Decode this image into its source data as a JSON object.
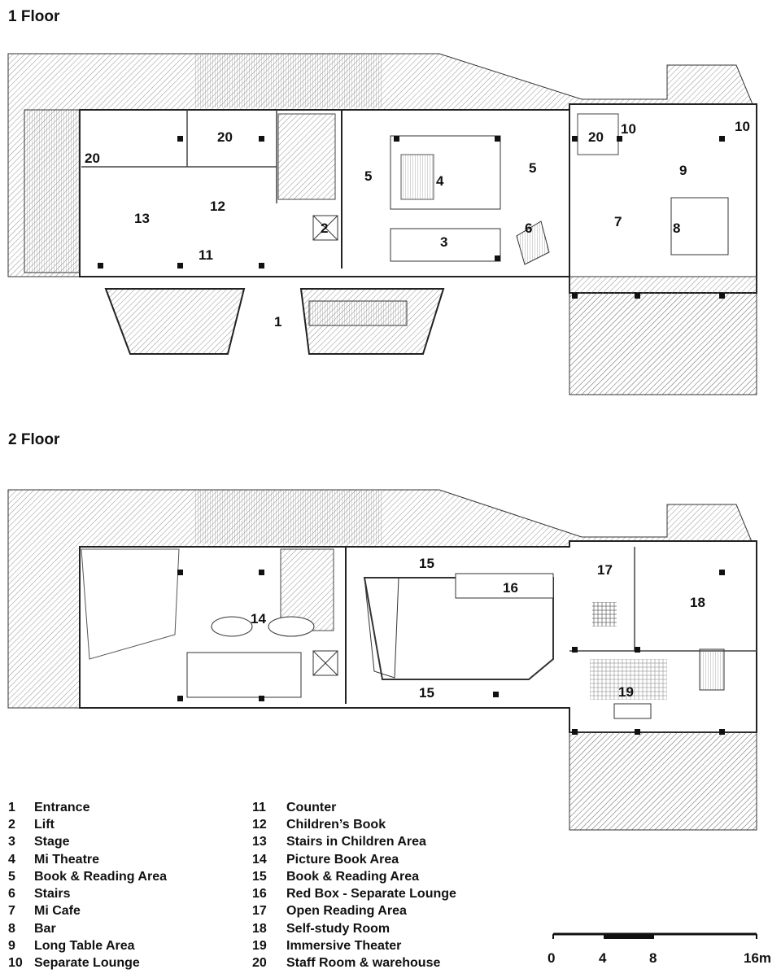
{
  "floors": [
    {
      "title": "1 Floor"
    },
    {
      "title": "2 Floor"
    }
  ],
  "floor1_rooms": [
    {
      "num": "1"
    },
    {
      "num": "2"
    },
    {
      "num": "3"
    },
    {
      "num": "4"
    },
    {
      "num": "5"
    },
    {
      "num": "5"
    },
    {
      "num": "6"
    },
    {
      "num": "7"
    },
    {
      "num": "8"
    },
    {
      "num": "9"
    },
    {
      "num": "10"
    },
    {
      "num": "10"
    },
    {
      "num": "11"
    },
    {
      "num": "12"
    },
    {
      "num": "13"
    },
    {
      "num": "20"
    },
    {
      "num": "20"
    },
    {
      "num": "20"
    }
  ],
  "floor2_rooms": [
    {
      "num": "14"
    },
    {
      "num": "15"
    },
    {
      "num": "15"
    },
    {
      "num": "16"
    },
    {
      "num": "17"
    },
    {
      "num": "18"
    },
    {
      "num": "19"
    }
  ],
  "legend": [
    {
      "num": "1",
      "label": "Entrance"
    },
    {
      "num": "2",
      "label": "Lift"
    },
    {
      "num": "3",
      "label": "Stage"
    },
    {
      "num": "4",
      "label": "Mi Theatre"
    },
    {
      "num": "5",
      "label": "Book & Reading Area"
    },
    {
      "num": "6",
      "label": "Stairs"
    },
    {
      "num": "7",
      "label": "Mi Cafe"
    },
    {
      "num": "8",
      "label": "Bar"
    },
    {
      "num": "9",
      "label": "Long Table Area"
    },
    {
      "num": "10",
      "label": "Separate Lounge"
    },
    {
      "num": "11",
      "label": "Counter"
    },
    {
      "num": "12",
      "label": "Children’s Book"
    },
    {
      "num": "13",
      "label": "Stairs in Children Area"
    },
    {
      "num": "14",
      "label": "Picture Book Area"
    },
    {
      "num": "15",
      "label": "Book & Reading Area"
    },
    {
      "num": "16",
      "label": "Red Box - Separate Lounge"
    },
    {
      "num": "17",
      "label": "Open Reading Area"
    },
    {
      "num": "18",
      "label": "Self-study Room"
    },
    {
      "num": "19",
      "label": "Immersive Theater"
    },
    {
      "num": "20",
      "label": "Staff Room & warehouse"
    }
  ],
  "scale_bar": {
    "labels": [
      "0",
      "4",
      "8",
      "16m"
    ]
  }
}
